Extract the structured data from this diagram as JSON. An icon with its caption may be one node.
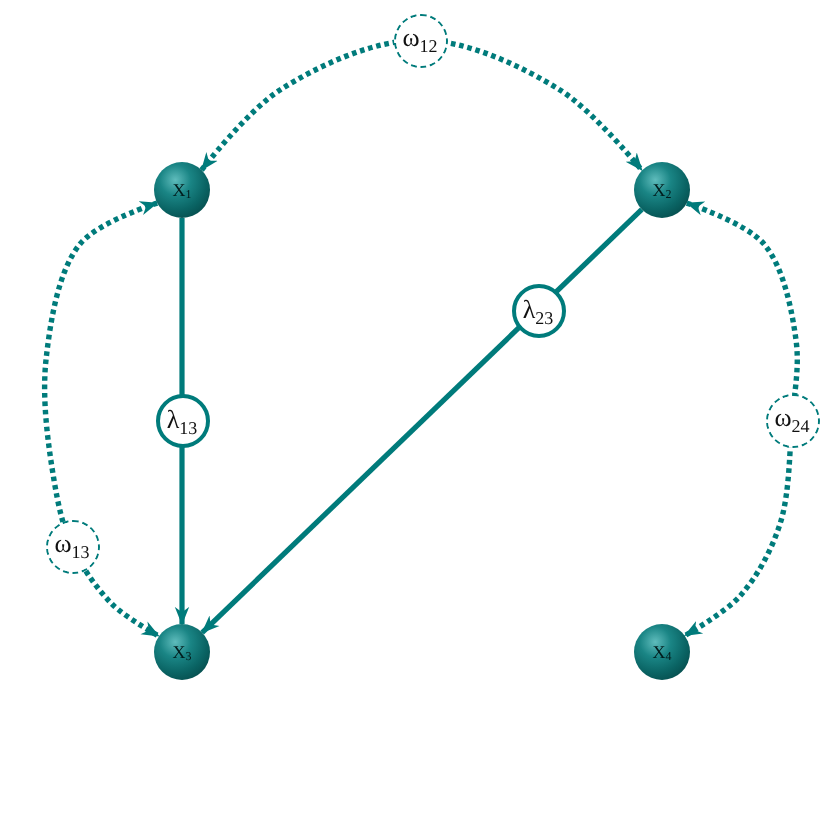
{
  "diagram": {
    "nodes": [
      {
        "text": [
          "X$_{1}$"
        ]
      },
      {
        "text": [
          "X$_{2}$"
        ]
      },
      {
        "text": [
          "X$_{3}$"
        ]
      },
      {
        "text": [
          "X$_{4}$"
        ]
      }
    ],
    "edges": [
      {
        "from": 0,
        "to": 1,
        "arrow": "both",
        "label": "ω$_{12}$",
        "style": "dashed"
      },
      {
        "from": 0,
        "to": 2,
        "arrow": "both",
        "label": "ω$_{13}$",
        "style": "dashed"
      },
      {
        "from": 1,
        "to": 3,
        "arrow": "both",
        "label": "ω$_{24}$",
        "style": "dashed"
      },
      {
        "from": 0,
        "to": 2,
        "arrow": "to",
        "label": "λ$_{13}$"
      },
      {
        "from": 1,
        "to": 2,
        "arrow": "to",
        "label": "λ$_{23}$"
      }
    ]
  }
}
